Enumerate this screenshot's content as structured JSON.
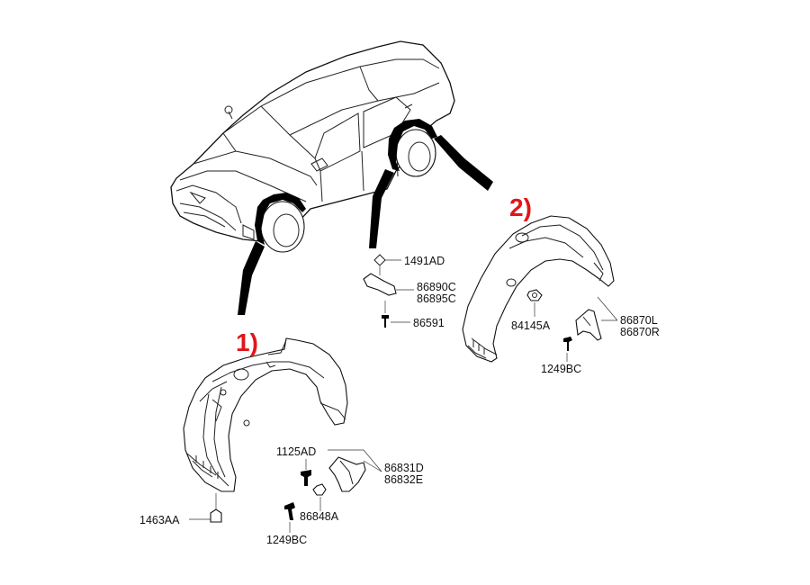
{
  "callouts": {
    "front": "1)",
    "rear": "2)"
  },
  "front_parts": {
    "clip": "1463AA",
    "bolt_top": "1125AD",
    "bolt_bottom": "1249BC",
    "mudguard_l": "86831D",
    "mudguard_r": "86832E",
    "nut": "86848A"
  },
  "rear_parts": {
    "clip_top": "1491AD",
    "bracket_a": "86890C",
    "bracket_b": "86895C",
    "screw": "86591",
    "nut": "84145A",
    "mudguard_l": "86870L",
    "mudguard_r": "86870R",
    "bolt": "1249BC"
  },
  "colors": {
    "callout": "#e0161b",
    "line": "#111111",
    "background": "#ffffff"
  }
}
